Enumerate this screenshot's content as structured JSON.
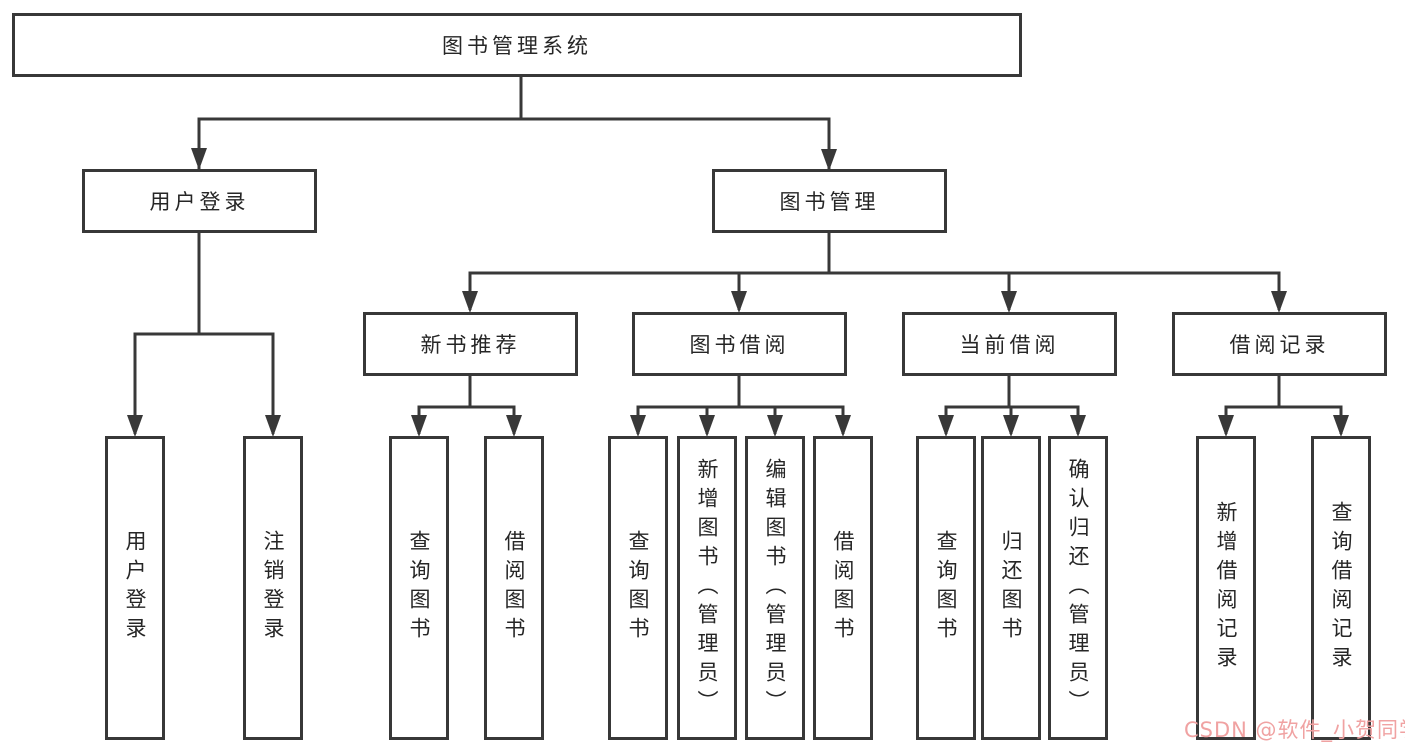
{
  "diagram": {
    "type": "hierarchy-diagram",
    "title": "图书管理系统"
  },
  "tree": {
    "label": "图书管理系统",
    "children": [
      {
        "label": "用户登录",
        "children": [
          {
            "label": "用户登录"
          },
          {
            "label": "注销登录"
          }
        ]
      },
      {
        "label": "图书管理",
        "children": [
          {
            "label": "新书推荐",
            "children": [
              {
                "label": "查询图书"
              },
              {
                "label": "借阅图书"
              }
            ]
          },
          {
            "label": "图书借阅",
            "children": [
              {
                "label": "查询图书"
              },
              {
                "label": "新增图书（管理员）"
              },
              {
                "label": "编辑图书（管理员）"
              },
              {
                "label": "借阅图书"
              }
            ]
          },
          {
            "label": "当前借阅",
            "children": [
              {
                "label": "查询图书"
              },
              {
                "label": "归还图书"
              },
              {
                "label": "确认归还（管理员）"
              }
            ]
          },
          {
            "label": "借阅记录",
            "children": [
              {
                "label": "新增借阅记录"
              },
              {
                "label": "查询借阅记录"
              }
            ]
          }
        ]
      }
    ]
  },
  "watermark": {
    "text": "CSDN @软件_小贺同学"
  },
  "colors": {
    "line": "#383838",
    "box_border": "#383838",
    "text": "#262626",
    "watermark": "#f0a2a2",
    "background": "#ffffff"
  }
}
